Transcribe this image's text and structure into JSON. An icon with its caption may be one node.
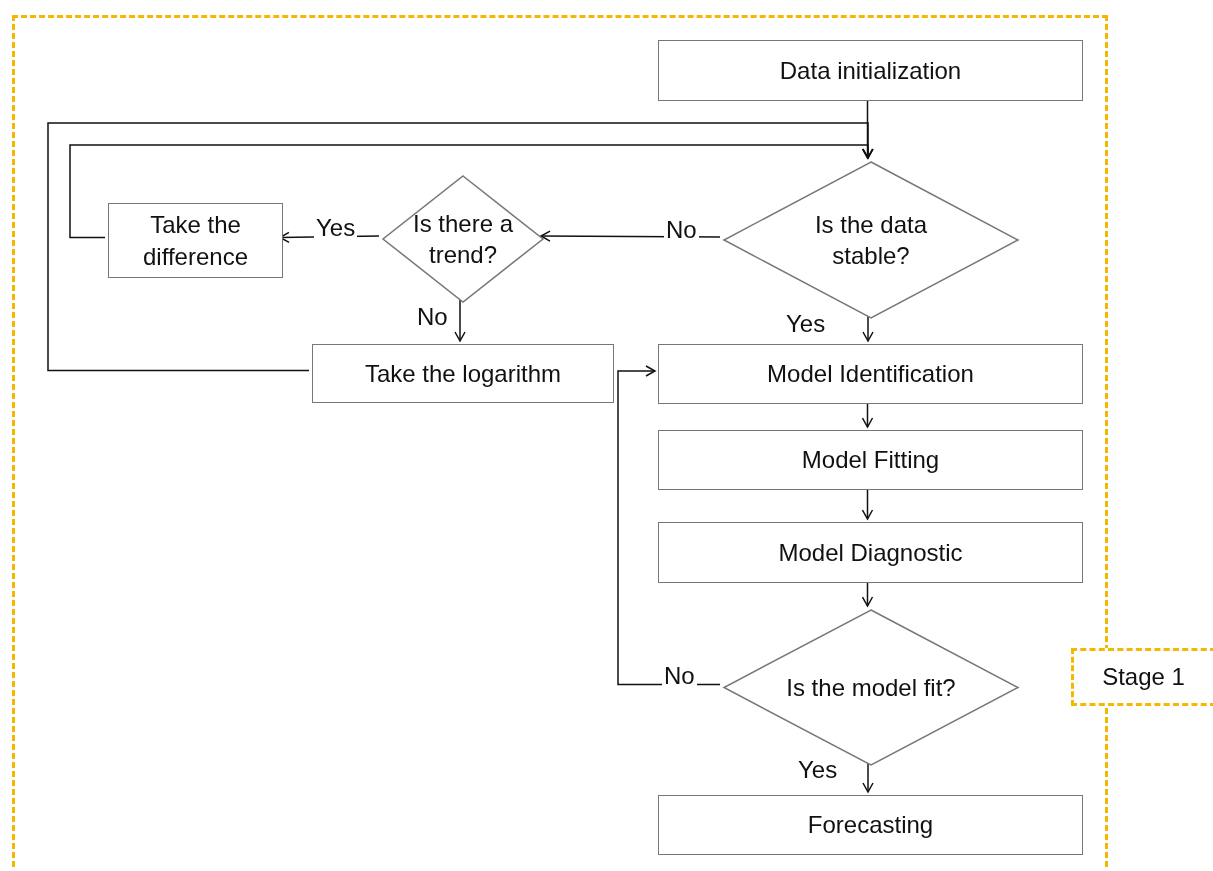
{
  "diagram": {
    "nodes": [
      {
        "text": [
          "Stage 1"
        ]
      },
      {
        "text": [
          "Data initialization"
        ],
        "in": 0
      },
      {
        "text": [
          "Is the data stable?"
        ],
        "in": 0
      },
      {
        "text": [
          "Is there a trend?"
        ],
        "in": 0
      },
      {
        "text": [
          "Take the difference"
        ],
        "in": 0
      },
      {
        "text": [
          "Take the logarithm"
        ],
        "in": 0
      },
      {
        "text": [
          "Model Identification"
        ],
        "in": 0
      },
      {
        "text": [
          "Model Fitting"
        ],
        "in": 0
      },
      {
        "text": [
          "Model Diagnostic"
        ],
        "in": 0
      },
      {
        "text": [
          "Is the model fit?"
        ],
        "in": 0
      },
      {
        "text": [
          "Forecasting"
        ],
        "in": 0
      }
    ],
    "edges": [
      {
        "from": 1,
        "to": 2,
        "arrow": "to"
      },
      {
        "from": 2,
        "to": 3,
        "arrow": "to",
        "label": "No"
      },
      {
        "from": 3,
        "to": 4,
        "arrow": "to",
        "label": "Yes"
      },
      {
        "from": 3,
        "to": 5,
        "arrow": "to",
        "label": "No"
      },
      {
        "from": 4,
        "to": 2,
        "arrow": "to"
      },
      {
        "from": 5,
        "to": 2,
        "arrow": "to"
      },
      {
        "from": 2,
        "to": 6,
        "arrow": "to",
        "label": "Yes"
      },
      {
        "from": 6,
        "to": 7,
        "arrow": "to"
      },
      {
        "from": 7,
        "to": 8,
        "arrow": "to"
      },
      {
        "from": 8,
        "to": 9,
        "arrow": "to"
      },
      {
        "from": 9,
        "to": 6,
        "arrow": "to",
        "label": "No"
      },
      {
        "from": 9,
        "to": 10,
        "arrow": "to",
        "label": "Yes"
      }
    ]
  }
}
